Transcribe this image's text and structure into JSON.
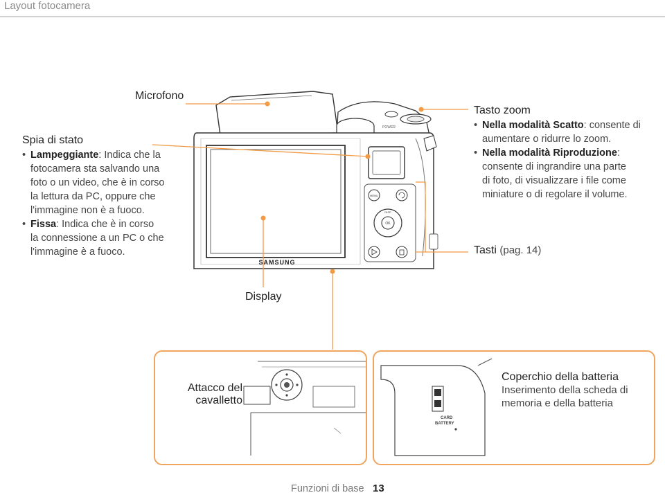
{
  "header": {
    "title": "Layout fotocamera"
  },
  "callouts": {
    "microfono": "Microfono",
    "display": "Display",
    "tripod": "Attacco del cavalletto",
    "tripod_line1": "Attacco del",
    "tripod_line2": "cavalletto"
  },
  "status_light": {
    "title": "Spia di stato",
    "bullet1_term": "Lampeggiante",
    "bullet1_l1": ": Indica che la",
    "bullet1_l2": "fotocamera sta salvando una",
    "bullet1_l3": "foto o un video, che è in corso",
    "bullet1_l4": "la lettura da PC, oppure che",
    "bullet1_l5": "l'immagine non è a fuoco.",
    "bullet2_term": "Fissa",
    "bullet2_l1": ": Indica che è in corso",
    "bullet2_l2": "la connessione a un PC o che",
    "bullet2_l3": "l'immagine è a fuoco."
  },
  "zoom": {
    "title": "Tasto zoom",
    "bullet1_term": "Nella modalità Scatto",
    "bullet1_l1": ": consente di",
    "bullet1_l2": "aumentare o ridurre lo zoom.",
    "bullet2_term": "Nella modalità Riproduzione",
    "bullet2_l1": ":",
    "bullet2_l2": "consente di ingrandire una parte",
    "bullet2_l3": "di foto, di visualizzare i file come",
    "bullet2_l4": "miniature o di regolare il volume."
  },
  "buttons": {
    "label": "Tasti",
    "page_ref": "(pag. 14)"
  },
  "battery": {
    "title": "Coperchio della batteria",
    "line1": "Inserimento della scheda di",
    "line2": "memoria e della batteria"
  },
  "camera": {
    "brand": "SAMSUNG",
    "menu_label": "MENU",
    "disp_label": "DISP",
    "ok_label": "OK",
    "power_label": "POWER",
    "card_label": "CARD",
    "battery_label": "BATTERY"
  },
  "footer": {
    "section": "Funzioni di base",
    "page": "13"
  },
  "colors": {
    "callout_orange": "#f29b44",
    "border_orange": "#f1a45c"
  }
}
